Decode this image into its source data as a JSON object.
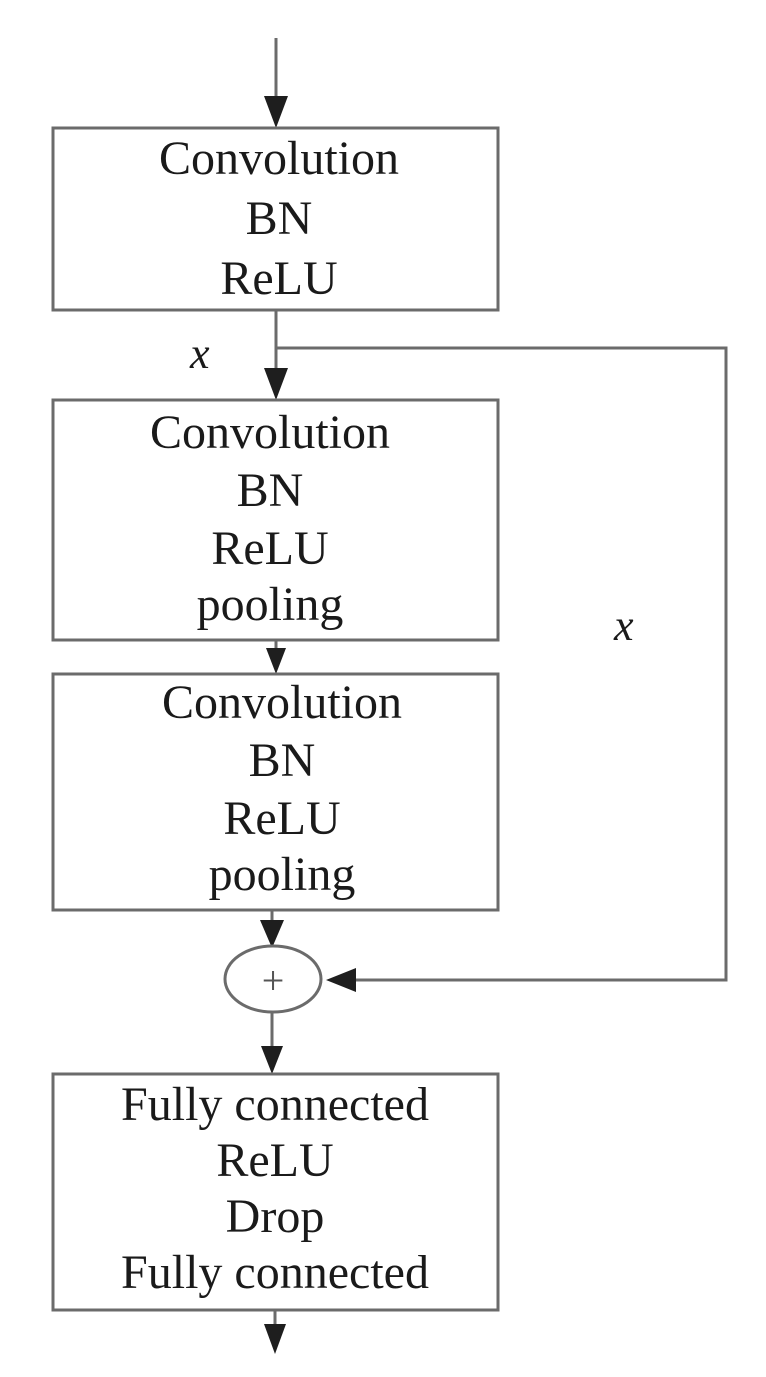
{
  "diagram": {
    "blocks": [
      {
        "id": "block-1",
        "lines": [
          "Convolution",
          "BN",
          "ReLU"
        ]
      },
      {
        "id": "block-2",
        "lines": [
          "Convolution",
          "BN",
          "ReLU",
          "pooling"
        ]
      },
      {
        "id": "block-3",
        "lines": [
          "Convolution",
          "BN",
          "ReLU",
          "pooling"
        ]
      },
      {
        "id": "block-4",
        "lines": [
          "Fully connected",
          "ReLU",
          "Drop",
          "Fully connected"
        ]
      }
    ],
    "labels": {
      "x_main": "x",
      "x_skip": "x"
    },
    "add_node": {
      "symbol": "+"
    }
  }
}
